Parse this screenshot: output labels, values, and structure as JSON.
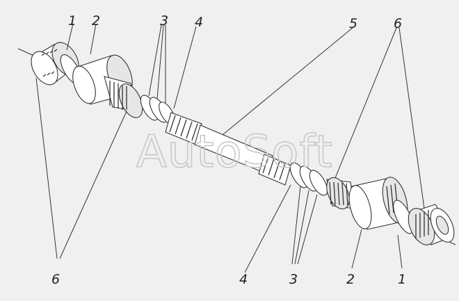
{
  "watermark": "AutoSoft",
  "callouts": [
    {
      "id": "c1a",
      "text": "1"
    },
    {
      "id": "c2a",
      "text": "2"
    },
    {
      "id": "c3a",
      "text": "3"
    },
    {
      "id": "c4a",
      "text": "4"
    },
    {
      "id": "c5",
      "text": "5"
    },
    {
      "id": "c6a",
      "text": "6"
    },
    {
      "id": "c6b",
      "text": "6"
    },
    {
      "id": "c4b",
      "text": "4"
    },
    {
      "id": "c3b",
      "text": "3"
    },
    {
      "id": "c2b",
      "text": "2"
    },
    {
      "id": "c1b",
      "text": "1"
    }
  ]
}
